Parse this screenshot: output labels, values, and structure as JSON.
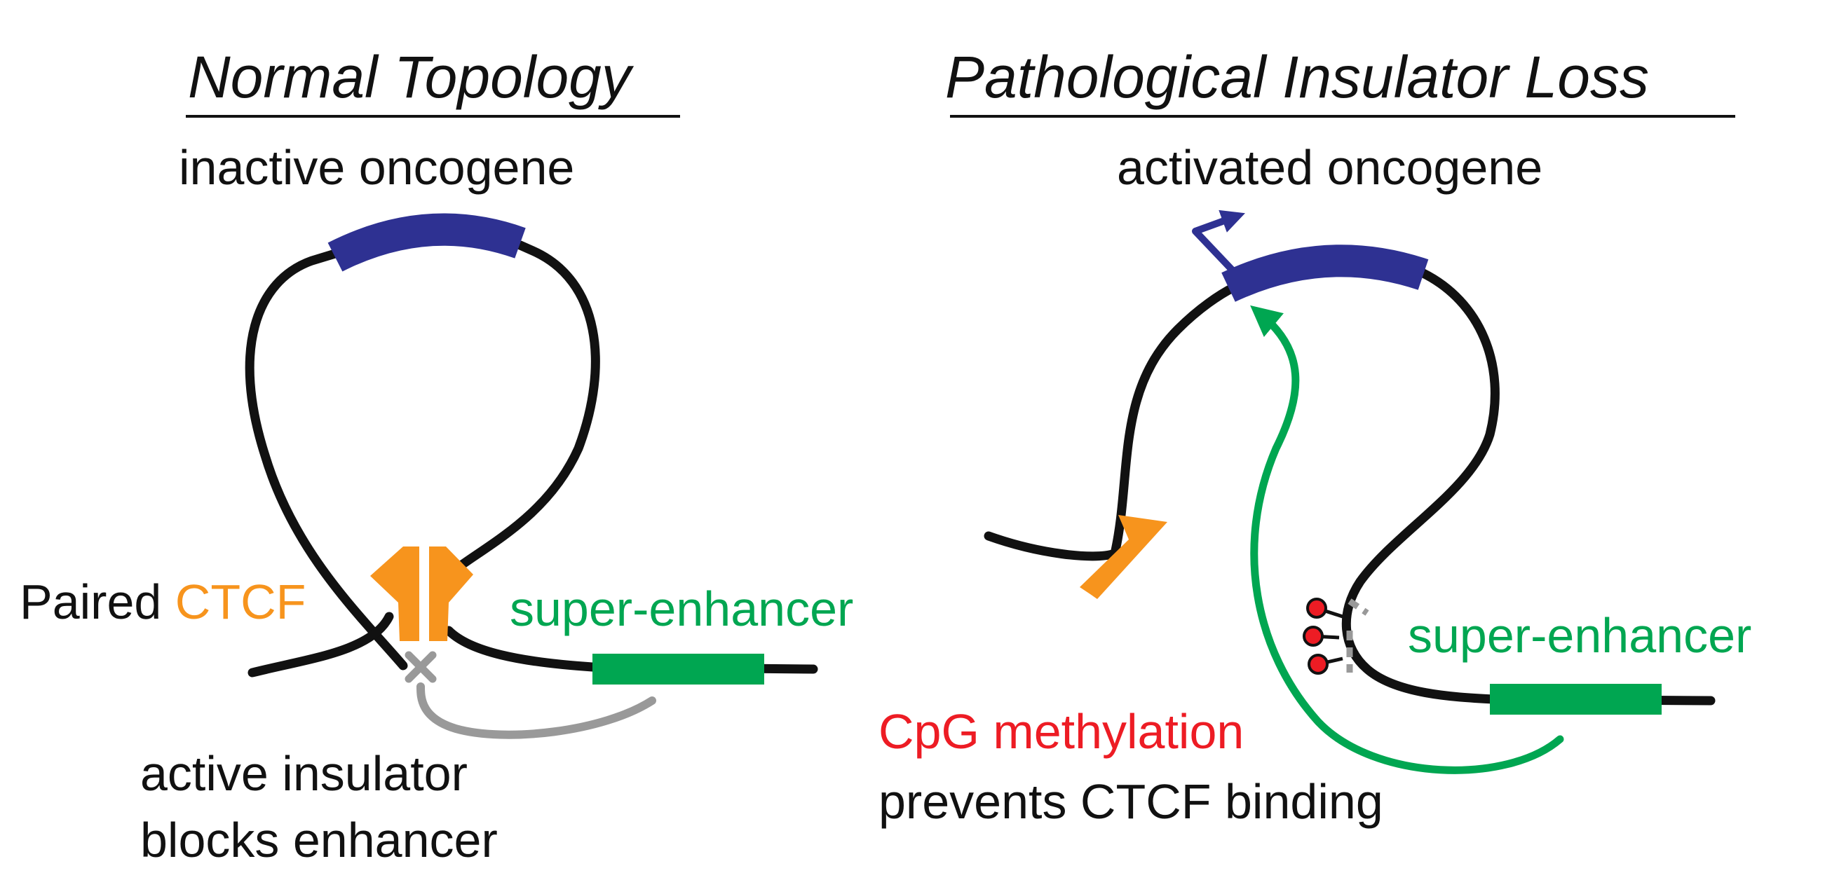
{
  "left_panel": {
    "title": "Normal Topology",
    "gene_label": "inactive oncogene",
    "ctcf_prefix": "Paired ",
    "ctcf_word": "CTCF",
    "enhancer_label": "super-enhancer",
    "insulator_line1": "active insulator",
    "insulator_line2": "blocks enhancer"
  },
  "right_panel": {
    "title": "Pathological Insulator Loss",
    "gene_label": "activated oncogene",
    "enhancer_label": "super-enhancer",
    "methylation_label": "CpG methylation",
    "binding_label": "prevents CTCF binding"
  },
  "colors": {
    "chromatin": "#111111",
    "oncogene": "#2e3192",
    "ctcf": "#f7941d",
    "enhancer": "#00a651",
    "blocked_arrow": "#999999",
    "methylation": "#ed1c24",
    "text": "#111111"
  },
  "icons": {
    "oncogene_segment": "blue-bar",
    "ctcf": "orange-wedge",
    "enhancer": "green-bar",
    "blocked": "grey-x",
    "methyl_group": "red-lollipop",
    "transcription_start": "bent-arrow"
  }
}
